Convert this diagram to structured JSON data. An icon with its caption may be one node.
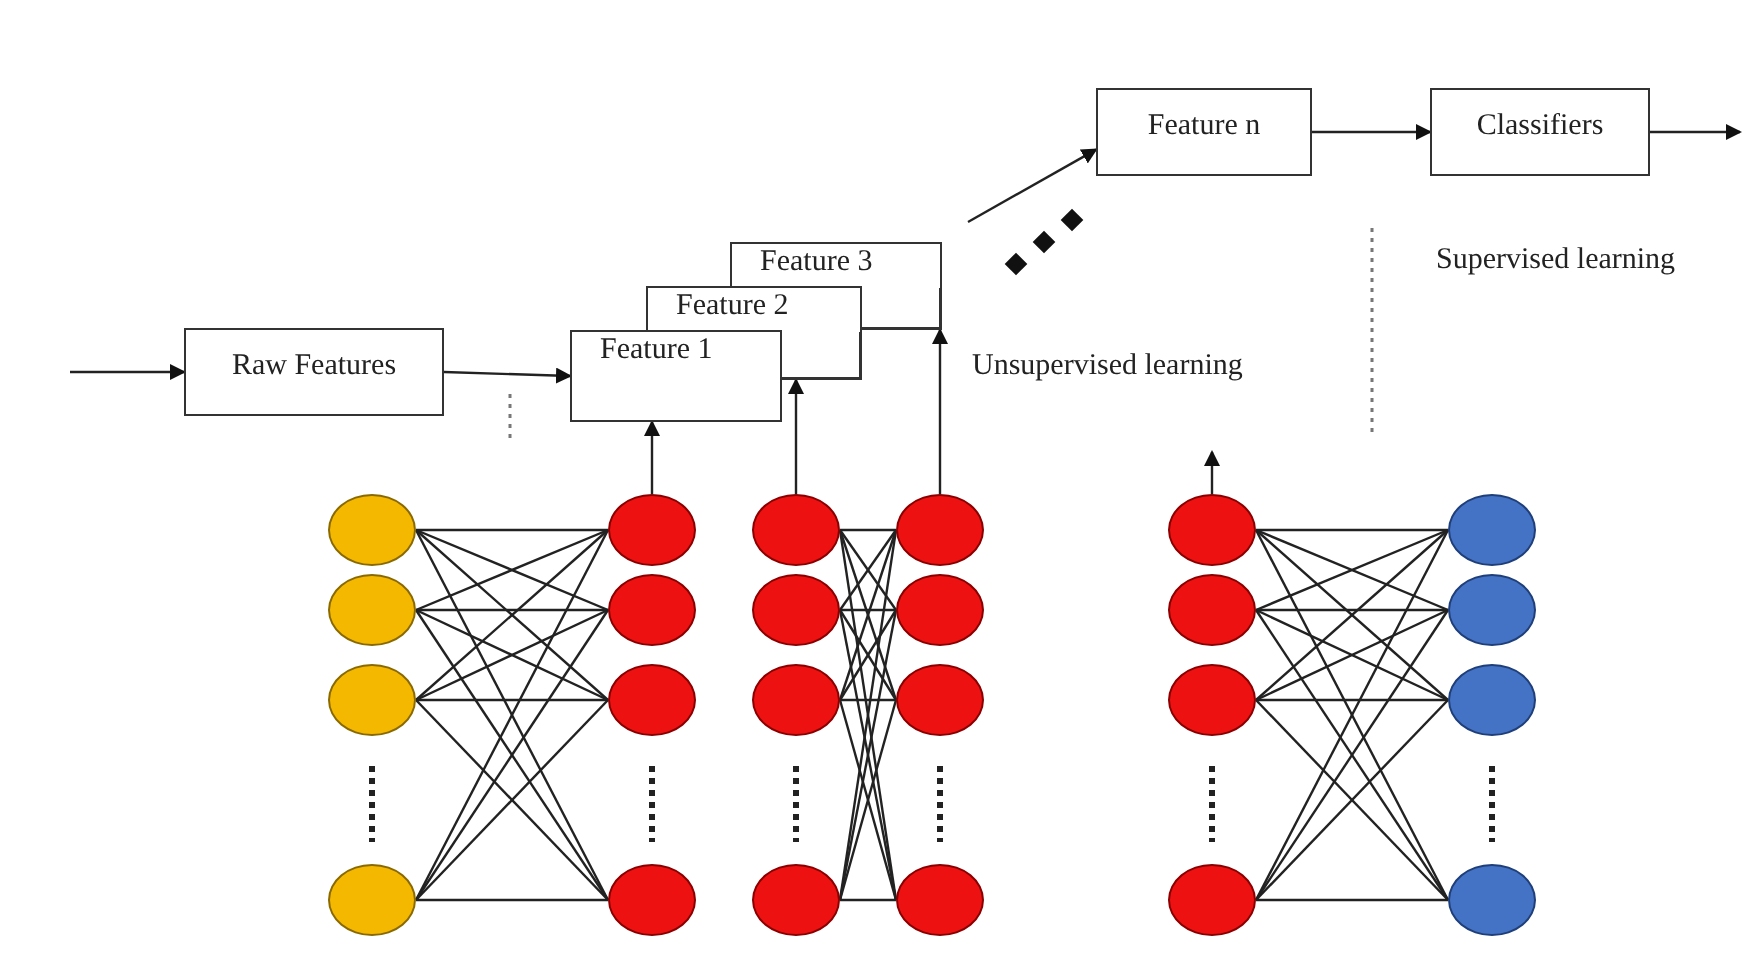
{
  "diagram": {
    "nodes": [
      {
        "text": [
          "Raw Features"
        ]
      },
      {
        "text": [
          "Feature 1"
        ]
      },
      {
        "text": [
          "Feature 2"
        ]
      },
      {
        "text": [
          "Feature 3"
        ]
      },
      {
        "text": [
          "Feature n"
        ]
      },
      {
        "text": [
          "Classifiers"
        ]
      },
      {
        "text": [],
        "shape": "circle"
      },
      {
        "text": [],
        "shape": "circle"
      },
      {
        "text": [],
        "shape": "circle"
      },
      {
        "text": [],
        "shape": "circle"
      },
      {
        "text": [],
        "shape": "circle"
      },
      {
        "text": [],
        "shape": "circle"
      },
      {
        "text": [],
        "shape": "circle"
      },
      {
        "text": [],
        "shape": "circle"
      },
      {
        "text": [],
        "shape": "circle"
      },
      {
        "text": [],
        "shape": "circle"
      },
      {
        "text": [],
        "shape": "circle"
      },
      {
        "text": [],
        "shape": "circle"
      },
      {
        "text": [],
        "shape": "circle"
      },
      {
        "text": [],
        "shape": "circle"
      },
      {
        "text": [],
        "shape": "circle"
      },
      {
        "text": [],
        "shape": "circle"
      },
      {
        "text": [],
        "shape": "circle"
      },
      {
        "text": [],
        "shape": "circle"
      },
      {
        "text": [],
        "shape": "circle"
      },
      {
        "text": [],
        "shape": "circle"
      },
      {
        "text": [],
        "shape": "circle"
      },
      {
        "text": [],
        "shape": "circle"
      },
      {
        "text": [],
        "shape": "circle"
      },
      {
        "text": [],
        "shape": "circle"
      }
    ],
    "edges": [
      {
        "from": null,
        "to": 0,
        "arrow": "to"
      },
      {
        "from": 0,
        "to": 1,
        "arrow": "to"
      },
      {
        "from": null,
        "to": 4,
        "arrow": "to"
      },
      {
        "from": 4,
        "to": 5,
        "arrow": "to"
      },
      {
        "from": 5,
        "to": null,
        "arrow": "to"
      },
      {
        "from": 10,
        "to": 1,
        "arrow": "to"
      },
      {
        "from": 14,
        "to": 2,
        "arrow": "to"
      },
      {
        "from": 18,
        "to": 3,
        "arrow": "to"
      },
      {
        "from": 22,
        "to": null,
        "arrow": "to"
      },
      {
        "from": 6,
        "to": 10,
        "arrow": "none"
      },
      {
        "from": 6,
        "to": 11,
        "arrow": "none"
      },
      {
        "from": 6,
        "to": 12,
        "arrow": "none"
      },
      {
        "from": 6,
        "to": 13,
        "arrow": "none"
      },
      {
        "from": 7,
        "to": 10,
        "arrow": "none"
      },
      {
        "from": 7,
        "to": 11,
        "arrow": "none"
      },
      {
        "from": 7,
        "to": 12,
        "arrow": "none"
      },
      {
        "from": 7,
        "to": 13,
        "arrow": "none"
      },
      {
        "from": 8,
        "to": 10,
        "arrow": "none"
      },
      {
        "from": 8,
        "to": 11,
        "arrow": "none"
      },
      {
        "from": 8,
        "to": 12,
        "arrow": "none"
      },
      {
        "from": 8,
        "to": 13,
        "arrow": "none"
      },
      {
        "from": 9,
        "to": 10,
        "arrow": "none"
      },
      {
        "from": 9,
        "to": 11,
        "arrow": "none"
      },
      {
        "from": 9,
        "to": 12,
        "arrow": "none"
      },
      {
        "from": 9,
        "to": 13,
        "arrow": "none"
      },
      {
        "from": 14,
        "to": 18,
        "arrow": "none"
      },
      {
        "from": 14,
        "to": 19,
        "arrow": "none"
      },
      {
        "from": 14,
        "to": 20,
        "arrow": "none"
      },
      {
        "from": 14,
        "to": 21,
        "arrow": "none"
      },
      {
        "from": 15,
        "to": 18,
        "arrow": "none"
      },
      {
        "from": 15,
        "to": 19,
        "arrow": "none"
      },
      {
        "from": 15,
        "to": 20,
        "arrow": "none"
      },
      {
        "from": 15,
        "to": 21,
        "arrow": "none"
      },
      {
        "from": 16,
        "to": 18,
        "arrow": "none"
      },
      {
        "from": 16,
        "to": 19,
        "arrow": "none"
      },
      {
        "from": 16,
        "to": 20,
        "arrow": "none"
      },
      {
        "from": 16,
        "to": 21,
        "arrow": "none"
      },
      {
        "from": 17,
        "to": 18,
        "arrow": "none"
      },
      {
        "from": 17,
        "to": 19,
        "arrow": "none"
      },
      {
        "from": 17,
        "to": 20,
        "arrow": "none"
      },
      {
        "from": 17,
        "to": 21,
        "arrow": "none"
      },
      {
        "from": 22,
        "to": 26,
        "arrow": "none"
      },
      {
        "from": 22,
        "to": 27,
        "arrow": "none"
      },
      {
        "from": 22,
        "to": 28,
        "arrow": "none"
      },
      {
        "from": 22,
        "to": 29,
        "arrow": "none"
      },
      {
        "from": 23,
        "to": 26,
        "arrow": "none"
      },
      {
        "from": 23,
        "to": 27,
        "arrow": "none"
      },
      {
        "from": 23,
        "to": 28,
        "arrow": "none"
      },
      {
        "from": 23,
        "to": 29,
        "arrow": "none"
      },
      {
        "from": 24,
        "to": 26,
        "arrow": "none"
      },
      {
        "from": 24,
        "to": 27,
        "arrow": "none"
      },
      {
        "from": 24,
        "to": 28,
        "arrow": "none"
      },
      {
        "from": 24,
        "to": 29,
        "arrow": "none"
      },
      {
        "from": 25,
        "to": 26,
        "arrow": "none"
      },
      {
        "from": 25,
        "to": 27,
        "arrow": "none"
      },
      {
        "from": 25,
        "to": 28,
        "arrow": "none"
      },
      {
        "from": 25,
        "to": 29,
        "arrow": "none"
      }
    ],
    "labels": [
      "Unsupervised learning",
      "Supervised learning"
    ]
  }
}
